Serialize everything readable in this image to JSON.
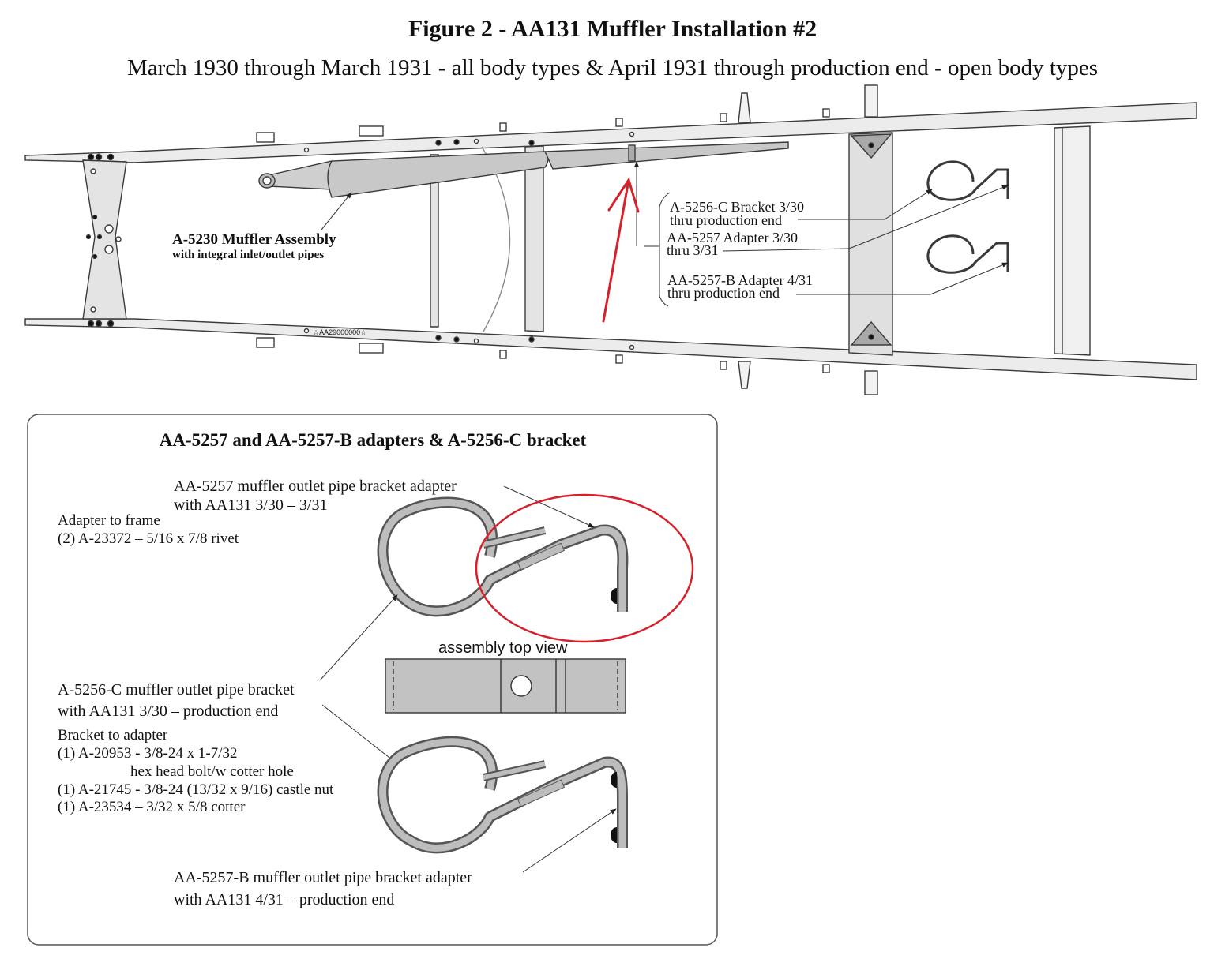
{
  "figure": {
    "title": "Figure 2 - AA131 Muffler Installation #2",
    "subtitle": "March 1930 through March 1931 - all body types & April 1931 through production end - open body types"
  },
  "frame_diagram": {
    "muffler_label": "A-5230 Muffler Assembly",
    "muffler_sublabel": "with integral inlet/outlet pipes",
    "frame_stamp": "☆AA29000000☆",
    "callouts": [
      {
        "line1": "A-5256-C Bracket 3/30",
        "line2": "thru production end"
      },
      {
        "line1": "AA-5257 Adapter 3/30",
        "line2": "thru 3/31"
      },
      {
        "line1": "AA-5257-B Adapter 4/31",
        "line2": "thru production end"
      }
    ]
  },
  "detail_box": {
    "title": "AA-5257 and AA-5257-B adapters & A-5256-C bracket",
    "adapter_label_1": "AA-5257 muffler outlet pipe bracket adapter",
    "adapter_label_2": "with AA131 3/30 – 3/31",
    "frame_note_1": "Adapter to frame",
    "frame_note_2": "(2) A-23372 – 5/16 x 7/8 rivet",
    "top_view_label": "assembly top view",
    "bracket_label_1": "A-5256-C muffler outlet pipe bracket",
    "bracket_label_2": "with AA131 3/30 – production end",
    "hardware": [
      "Bracket to adapter",
      "(1) A-20953 - 3/8-24 x 1-7/32",
      "hex head bolt/w cotter hole",
      "(1) A-21745 - 3/8-24 (13/32 x 9/16) castle nut",
      "(1) A-23534 – 3/32 x 5/8 cotter"
    ],
    "adapter_b_label_1": "AA-5257-B muffler outlet pipe bracket adapter",
    "adapter_b_label_2": "with AA131 4/31 – production end"
  },
  "colors": {
    "frame_fill": "#ececec",
    "part_fill": "#c8c8c8",
    "outline": "#3a3a3a",
    "annotation_red": "#d8202a"
  }
}
